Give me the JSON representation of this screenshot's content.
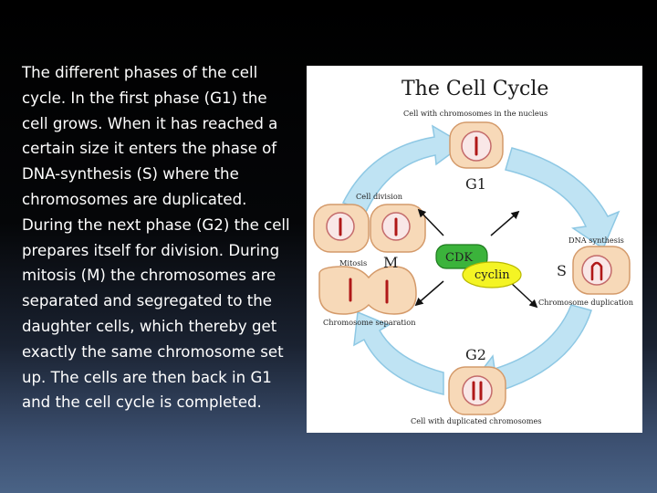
{
  "paragraph": "The different phases of the cell cycle. In the first phase (G1) the cell grows. When it has reached a certain size it enters the phase of DNA-synthesis (S) where the chromosomes are duplicated. During the next phase (G2) the cell prepares itself for division. During mitosis (M) the chromosomes are separated and segregated to the daughter cells, which thereby get exactly the same chromosome set up. The cells are then back in G1 and the cell cycle is completed.",
  "figure": {
    "title": "The Cell Cycle",
    "phases": {
      "g1": "G1",
      "s": "S",
      "g2": "G2",
      "m": "M"
    },
    "labels": {
      "cell_with_chromosomes": "Cell with chromosomes in the nucleus",
      "cell_division": "Cell division",
      "mitosis": "Mitosis",
      "chromosome_separation": "Chromosome separation",
      "dna_synthesis": "DNA synthesis",
      "chromosome_duplication": "Chromosome duplication",
      "cell_duplicated": "Cell with duplicated chromosomes"
    },
    "cdk": "CDK",
    "cyclin": "cyclin"
  },
  "colors": {
    "cell_fill": "#f7d9b8",
    "cell_stroke": "#d49a6a",
    "nucleus_fill": "#f9e7e7",
    "nucleus_stroke": "#c46b6b",
    "chromosome": "#b01818",
    "arrow_fill": "#bfe3f3",
    "arrow_stroke": "#8ec8e4",
    "cdk_fill": "#3bb33b",
    "cyclin_fill": "#f4f424"
  }
}
